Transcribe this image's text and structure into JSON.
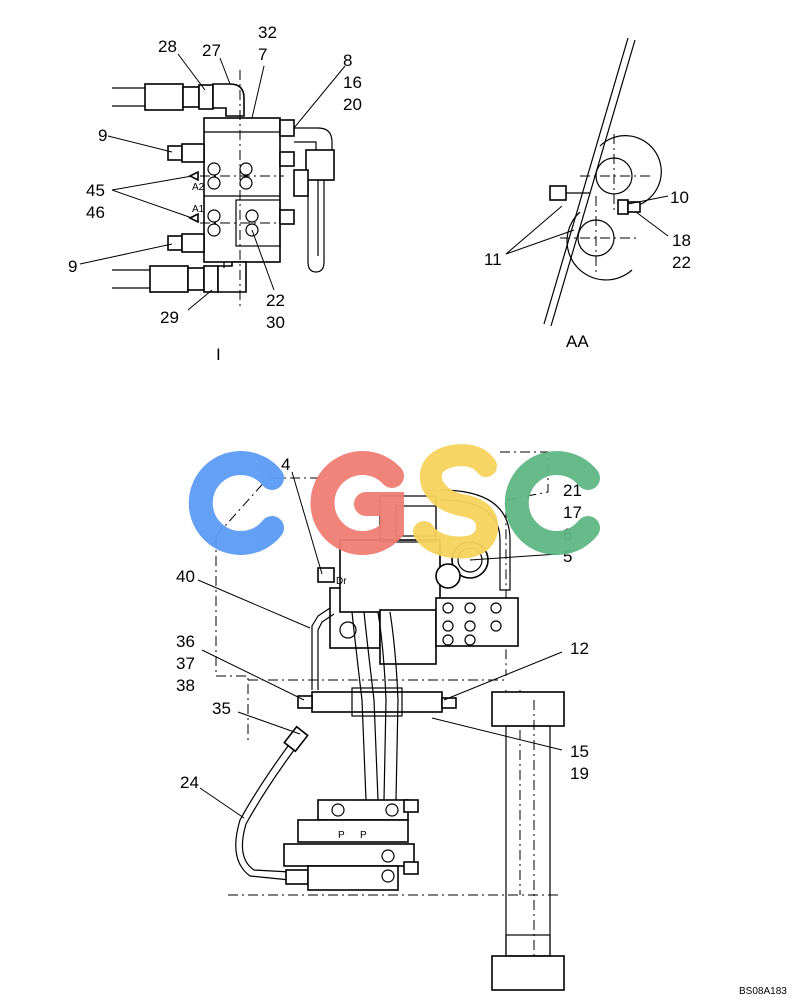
{
  "drawing": {
    "view_labels": {
      "view_i": "I",
      "view_aa": "AA"
    },
    "drawing_code": "BS08A183",
    "watermark": {
      "letters": [
        "C",
        "G",
        "S",
        "C"
      ],
      "colors": [
        "#5b9bf5",
        "#f07d73",
        "#f7d35c",
        "#5fb885"
      ]
    },
    "callouts_top_left": {
      "c28": "28",
      "c27": "27",
      "c32": "32",
      "c7": "7",
      "c8": "8",
      "c16": "16",
      "c20": "20",
      "c9a": "9",
      "c45": "45",
      "c46": "46",
      "c9b": "9",
      "c22": "22",
      "c30": "30",
      "c29": "29"
    },
    "callouts_top_right": {
      "c10": "10",
      "c11": "11",
      "c18": "18",
      "c22": "22"
    },
    "callouts_bottom": {
      "c4": "4",
      "c21": "21",
      "c17": "17",
      "c6": "6",
      "c5": "5",
      "c40": "40",
      "c12": "12",
      "c36": "36",
      "c37": "37",
      "c38": "38",
      "c35": "35",
      "c15": "15",
      "c19": "19",
      "c24": "24"
    },
    "port_marks": {
      "a2": "A2",
      "a1": "A1",
      "dr": "Dr",
      "p1": "P",
      "p2": "P"
    }
  }
}
